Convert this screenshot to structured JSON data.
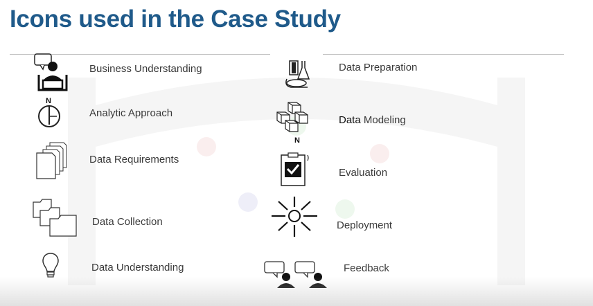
{
  "slide": {
    "title": "Icons used in the Case Study",
    "accent_color": "#1f5a8a"
  },
  "left_items": [
    {
      "label": "Business Understanding",
      "icon": "business-understanding-icon"
    },
    {
      "label": "Analytic Approach",
      "icon": "compass-icon"
    },
    {
      "label": "Data Requirements",
      "icon": "documents-stack-icon"
    },
    {
      "label": "Data Collection",
      "icon": "folders-icon"
    },
    {
      "label": "Data Understanding",
      "icon": "lightbulb-icon"
    }
  ],
  "right_items": [
    {
      "label": "Data Preparation",
      "icon": "microscope-icon"
    },
    {
      "label_part1": "Data",
      "label_part2": " Modeling",
      "icon": "cubes-icon"
    },
    {
      "label": "Evaluation",
      "icon": "clipboard-check-icon"
    },
    {
      "label": "Deployment",
      "icon": "sun-burst-icon"
    },
    {
      "label": "Feedback",
      "icon": "feedback-icon"
    }
  ],
  "icon_text": {
    "compass_letter": "N",
    "cubes_letter": "N"
  }
}
